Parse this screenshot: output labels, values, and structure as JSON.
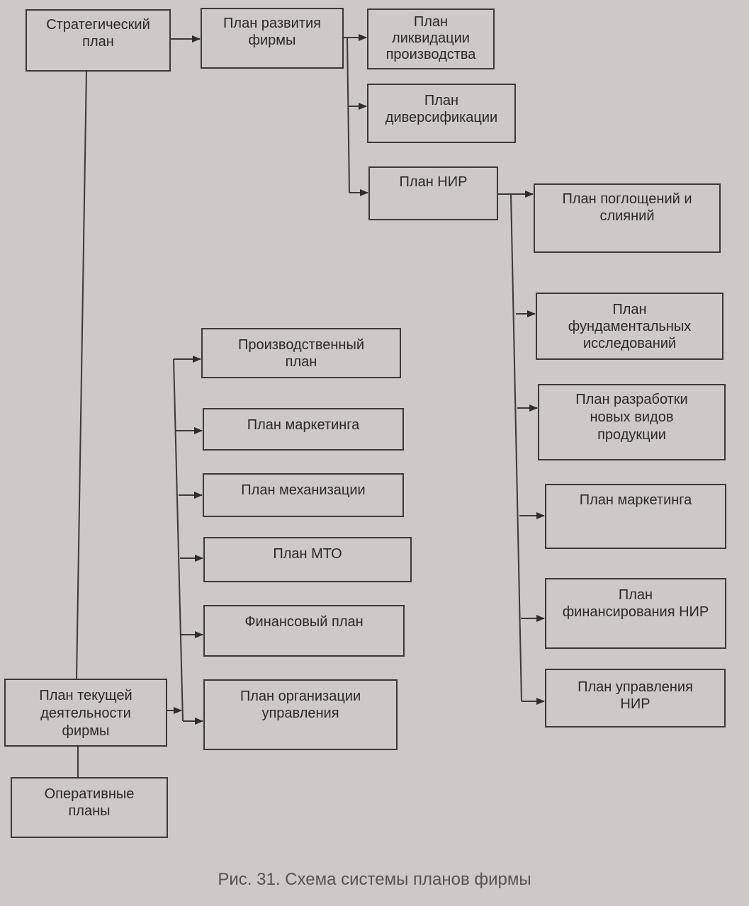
{
  "nodes": {
    "strategic": "Стратегический\nплан",
    "development": "План развития\nфирмы",
    "liquidation": "План\nликвидации\nпроизводства",
    "diversification": "План\nдиверсификации",
    "rnd": "План НИР",
    "mergers": "План поглощений и\nслияний",
    "fundamental": "План\nфундаментальных\nисследований",
    "new_products": "План разработки\nновых видов\nпродукции",
    "rnd_marketing": "План маркетинга",
    "rnd_financing": "План\nфинансирования НИР",
    "rnd_management": "План управления\nНИР",
    "production": "Производственный\nплан",
    "marketing": "План маркетинга",
    "mechanization": "План механизации",
    "mto": "План МТО",
    "financial": "Финансовый план",
    "organization": "План организации\nуправления",
    "current": "План текущей\nдеятельности\nфирмы",
    "operational": "Оперативные\nпланы"
  },
  "caption": "Рис. 31. Схема системы планов фирмы"
}
